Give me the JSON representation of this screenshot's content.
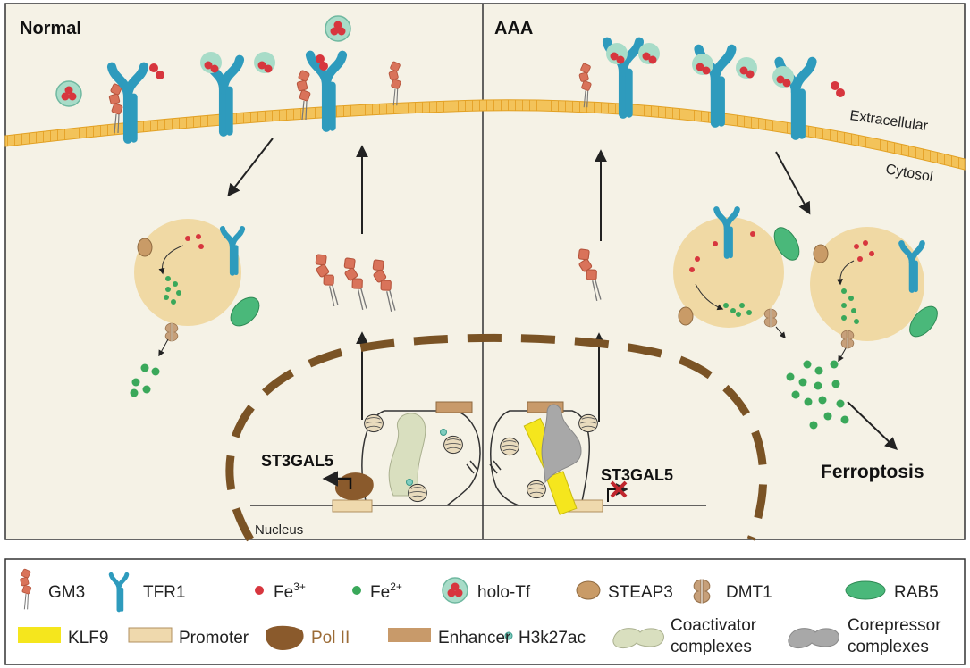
{
  "panels": {
    "normal_title": "Normal",
    "aaa_title": "AAA"
  },
  "labels": {
    "extracellular": "Extracellular",
    "cytosol": "Cytosol",
    "nucleus": "Nucleus",
    "gene_left": "ST3GAL5",
    "gene_right": "ST3GAL5",
    "outcome": "Ferroptosis"
  },
  "legend": {
    "row1": [
      {
        "key": "gm3",
        "icon": "gm3-icon",
        "label": "GM3"
      },
      {
        "key": "tfr1",
        "icon": "tfr1-icon",
        "label": "TFR1"
      },
      {
        "key": "fe3",
        "icon": "red-dot-icon",
        "label": "Fe",
        "sup": "3+"
      },
      {
        "key": "fe2",
        "icon": "green-dot-icon",
        "label": "Fe",
        "sup": "2+"
      },
      {
        "key": "holotf",
        "icon": "holo-tf-icon",
        "label": "holo-Tf"
      },
      {
        "key": "steap3",
        "icon": "steap3-icon",
        "label": "STEAP3"
      },
      {
        "key": "dmt1",
        "icon": "dmt1-icon",
        "label": "DMT1"
      },
      {
        "key": "rab5",
        "icon": "rab5-icon",
        "label": "RAB5"
      }
    ],
    "row2": [
      {
        "key": "klf9",
        "icon": "klf9-icon",
        "label": "KLF9"
      },
      {
        "key": "promoter",
        "icon": "promoter-icon",
        "label": "Promoter"
      },
      {
        "key": "pol2",
        "icon": "pol2-icon",
        "label": "Pol II"
      },
      {
        "key": "enhancer",
        "icon": "enhancer-icon",
        "label": "Enhancer"
      },
      {
        "key": "h3k27ac",
        "icon": "h3k27ac-icon",
        "label": "H3k27ac"
      },
      {
        "key": "coactivator",
        "icon": "coactivator-icon",
        "label": "Coactivator complexes",
        "line1": "Coactivator",
        "line2": "complexes"
      },
      {
        "key": "corepressor",
        "icon": "corepressor-icon",
        "label": "Corepressor complexes",
        "line1": "Corepressor",
        "line2": "complexes"
      }
    ]
  },
  "colors": {
    "background": "#f5f2e6",
    "membrane": "#f0b83c",
    "tfr1": "#2e9bbd",
    "gm3": "#d9735a",
    "fe3": "#d7363e",
    "fe2": "#3aa85a",
    "holo_tf": "#a8dcc8",
    "steap3": "#c99b67",
    "dmt1": "#c7a07a",
    "rab5": "#4ab87a",
    "endosome": "#f0d9a4",
    "klf9": "#f5e61d",
    "promoter": "#efd9ad",
    "pol2": "#8a5a2c",
    "pol2_label": "#9b6b36",
    "enhancer": "#c89a6a",
    "coactivator": "#d9dfbf",
    "corepressor": "#a8a8a8",
    "nucleus_border": "#7a5325"
  }
}
